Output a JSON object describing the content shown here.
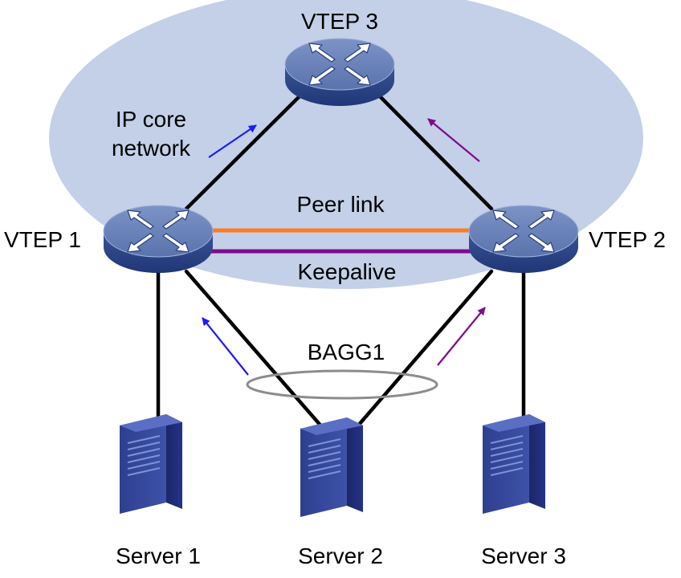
{
  "labels": {
    "core_network_line1": "IP core",
    "core_network_line2": "network",
    "peer_link": "Peer link",
    "keepalive": "Keepalive",
    "bagg": "BAGG1"
  },
  "devices": {
    "vtep3": "VTEP 3",
    "vtep1": "VTEP 1",
    "vtep2": "VTEP 2",
    "server1": "Server 1",
    "server2": "Server 2",
    "server3": "Server 3"
  },
  "icons": {
    "switch": "switch-icon",
    "server": "server-icon"
  },
  "colors": {
    "core_cloud": "#c3d0e8",
    "peer_link": "#ff7a20",
    "keepalive": "#800b8a",
    "arrow_blue": "#1a1aff",
    "arrow_purple": "#800b8a",
    "links": "#000000",
    "bagg_ring": "#8c8c8c"
  }
}
